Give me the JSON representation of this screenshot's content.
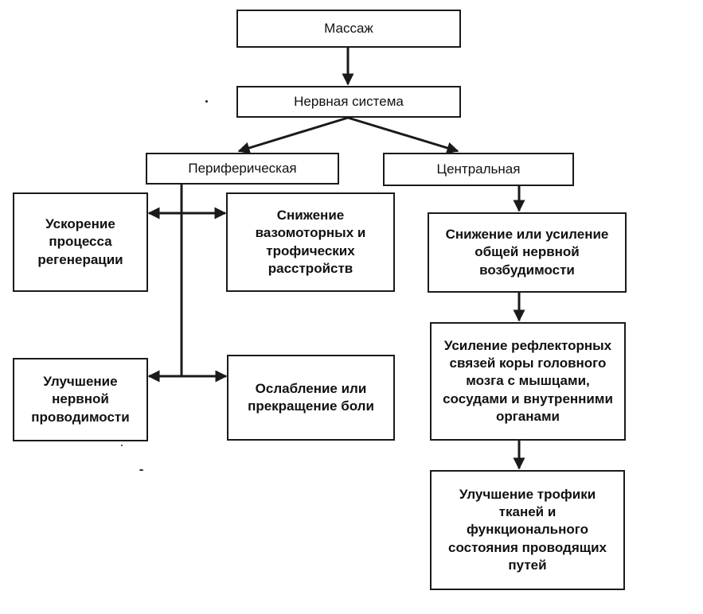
{
  "diagram": {
    "nodes": {
      "massage": "Массаж",
      "nervous_system": "Нервная система",
      "peripheral": "Периферическая",
      "central": "Центральная",
      "regeneration": "Ускорение\nпроцесса\nрегенерации",
      "vasomotor": "Снижение\nвазомоторных и\nтрофических\nрасстройств",
      "conductivity": "Улучшение\nнервной\nпроводимости",
      "pain": "Ослабление или\nпрекращение боли",
      "excitability": "Снижение или усиление\nобщей нервной\nвозбудимости",
      "reflex": "Усиление рефлекторных\nсвязей коры головного\nмозга с мышцами,\nсосудами и внутренними\nорганами",
      "trophic": "Улучшение трофики\nтканей и\nфункционального\nсостояния проводящих\nпутей"
    }
  }
}
